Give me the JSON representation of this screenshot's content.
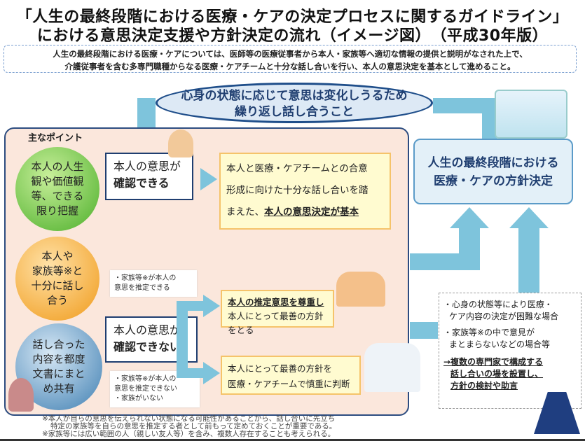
{
  "title": {
    "line1": "「人生の最終段階における医療・ケアの決定プロセスに関するガイドライン」",
    "line2": "における意思決定支援や方針決定の流れ（イメージ図）　（平成30年版）"
  },
  "summary": {
    "line1": "人生の最終段階における医療・ケアについては、医師等の医療従事者から本人・家族等へ適切な情報の提供と説明がなされた上で、",
    "line2": "介護従事者を含む多専門職種からなる医療・ケアチームと十分な話し合いを行い、本人の意思決定を基本として進めること。"
  },
  "oval": {
    "line1": "心身の状態に応じて意思は変化しうるため",
    "line2": "繰り返し話し合うこと"
  },
  "points": {
    "heading": "主なポイント",
    "items": [
      {
        "line1": "本人の人生",
        "line2": "観や価値観",
        "line3": "等、できる",
        "line4": "限り把握"
      },
      {
        "line1": "本人や",
        "line2": "家族等※と",
        "line3": "十分に話し",
        "line4": "合う"
      },
      {
        "line1": "話し合った",
        "line2": "内容を都度",
        "line3": "文書にまと",
        "line4": "め共有"
      }
    ]
  },
  "can_confirm": {
    "line1": "本人の意思が",
    "line2": "確認できる",
    "result1": "本人と医療・ケアチームとの合意",
    "result2": "形成に向けた十分な話し合いを踏",
    "result3": "まえた、",
    "result_bold": "本人の意思決定が基本"
  },
  "cannot_confirm": {
    "line1": "本人の意思が",
    "line2": "確認できない",
    "note1_line1": "・家族等※が本人の",
    "note1_line2": "意思を推定できる",
    "note2_line1": "・家族等※が本人の",
    "note2_line2": "意思を推定できない",
    "note2_line3": "・家族がいない",
    "result1_bold": "本人の推定意思を尊重し",
    "result1_line2": "本人にとって最善の方針をとる",
    "result2_line1": "本人にとって最善の方針を",
    "result2_line2": "医療・ケアチームで慎重に判断"
  },
  "decision": {
    "line1": "人生の最終段階における",
    "line2": "医療・ケアの方針決定"
  },
  "difficult": {
    "item1_line1": "・心身の状態等により医療・",
    "item1_line2": "ケア内容の決定が困難な場合",
    "item2_line1": "・家族等※の中で意見が",
    "item2_line2": "まとまらないなどの場合等",
    "action_line1": "→複数の専門家で構成する",
    "action_line2": "話し合いの場を設置し、",
    "action_line3": "方針の検討や助言"
  },
  "footnotes": [
    "※本人が自らの意思を伝えられない状態になる可能性があることから、話し合いに先立ち",
    "特定の家族等を自らの意思を推定する者として前もって定めておくことが重要である。",
    "※家族等には広い範囲の人（親しい友人等）を含み、複数人存在することも考えられる。"
  ]
}
